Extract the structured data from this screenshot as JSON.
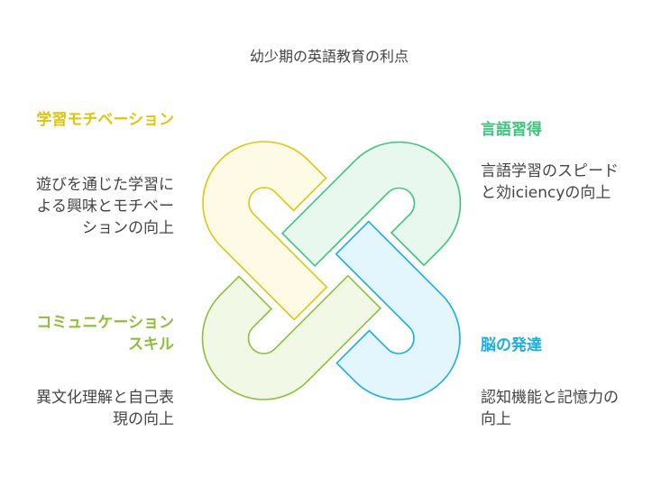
{
  "title": "幼少期の英語教育の利点",
  "items": [
    {
      "heading": "学習モチベーション",
      "body": "遊びを通じた学習による興味とモチベーションの向上",
      "color": "#e0c40e",
      "fill": "#fdfbe5"
    },
    {
      "heading": "言語習得",
      "body": "言語学習のスピードと効iciencyの向上",
      "color": "#3cc47c",
      "fill": "#e8f8ef"
    },
    {
      "heading": "コミュニケーションスキル",
      "body": "異文化理解と自己表現の向上",
      "color": "#8fbe3a",
      "fill": "#f2f8e6"
    },
    {
      "heading": "脳の発達",
      "body": "認知機能と記憶力の向上",
      "color": "#1aaee0",
      "fill": "#e3f6fd"
    }
  ]
}
